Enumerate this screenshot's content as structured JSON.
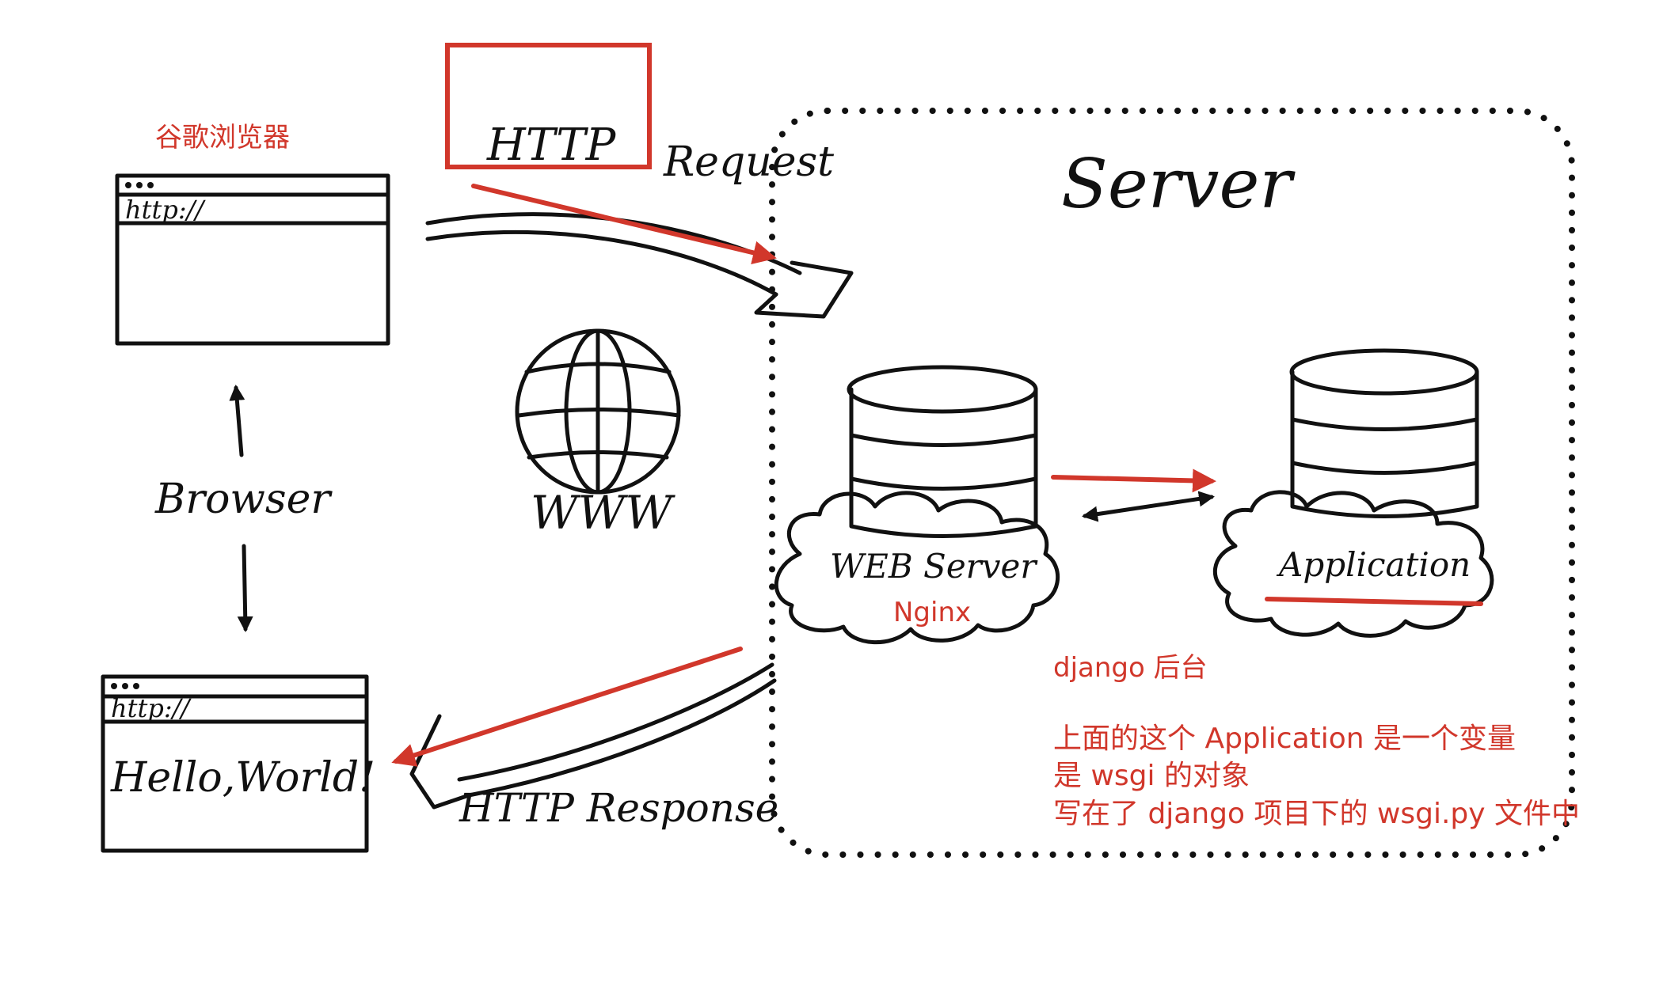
{
  "labels": {
    "browser_cn": "谷歌浏览器",
    "url_top": "http://",
    "url_bottom": "http://",
    "hello": "Hello,World!",
    "browser": "Browser",
    "www": "WWW",
    "http": "HTTP",
    "request": "Request",
    "response": "HTTP Response",
    "server": "Server",
    "web_server": "WEB Server",
    "nginx": "Nginx",
    "application": "Application",
    "django": "django 后台",
    "note_1": "上面的这个 Application 是一个变量",
    "note_2": "是 wsgi 的对象",
    "note_3": "写在了 django 项目下的 wsgi.py 文件中"
  },
  "colors": {
    "ink": "#111111",
    "annotation": "#d1372b",
    "background": "#ffffff"
  },
  "icons": {
    "globe": "globe-icon",
    "database": "database-icon",
    "cloud": "cloud-icon"
  }
}
